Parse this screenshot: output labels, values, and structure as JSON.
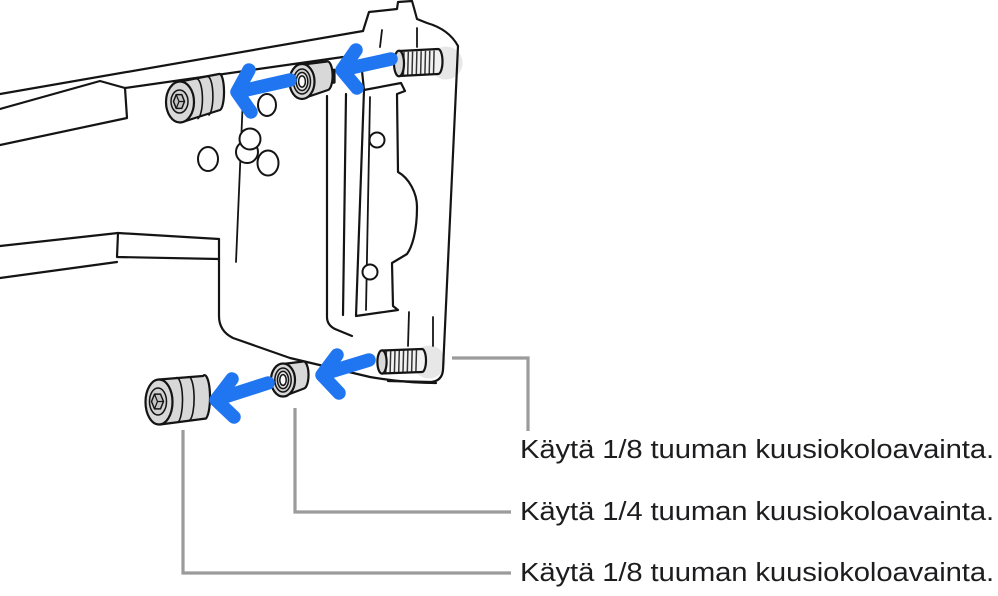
{
  "figure": {
    "callouts": [
      {
        "label": "Käytä 1/8 tuuman kuusiokoloavainta."
      },
      {
        "label": "Käytä 1/4 tuuman kuusiokoloavainta."
      },
      {
        "label": "Käytä 1/8 tuuman kuusiokoloavainta."
      }
    ]
  },
  "colors": {
    "accent": "#2076F0",
    "line": "#141414",
    "leader": "#9B9B9B",
    "part": "#D8D8D8",
    "part-dark": "#CFCFCF",
    "flange": "#E7E7E7",
    "text": "#1D1D1F",
    "bg": "#FFFFFF"
  }
}
